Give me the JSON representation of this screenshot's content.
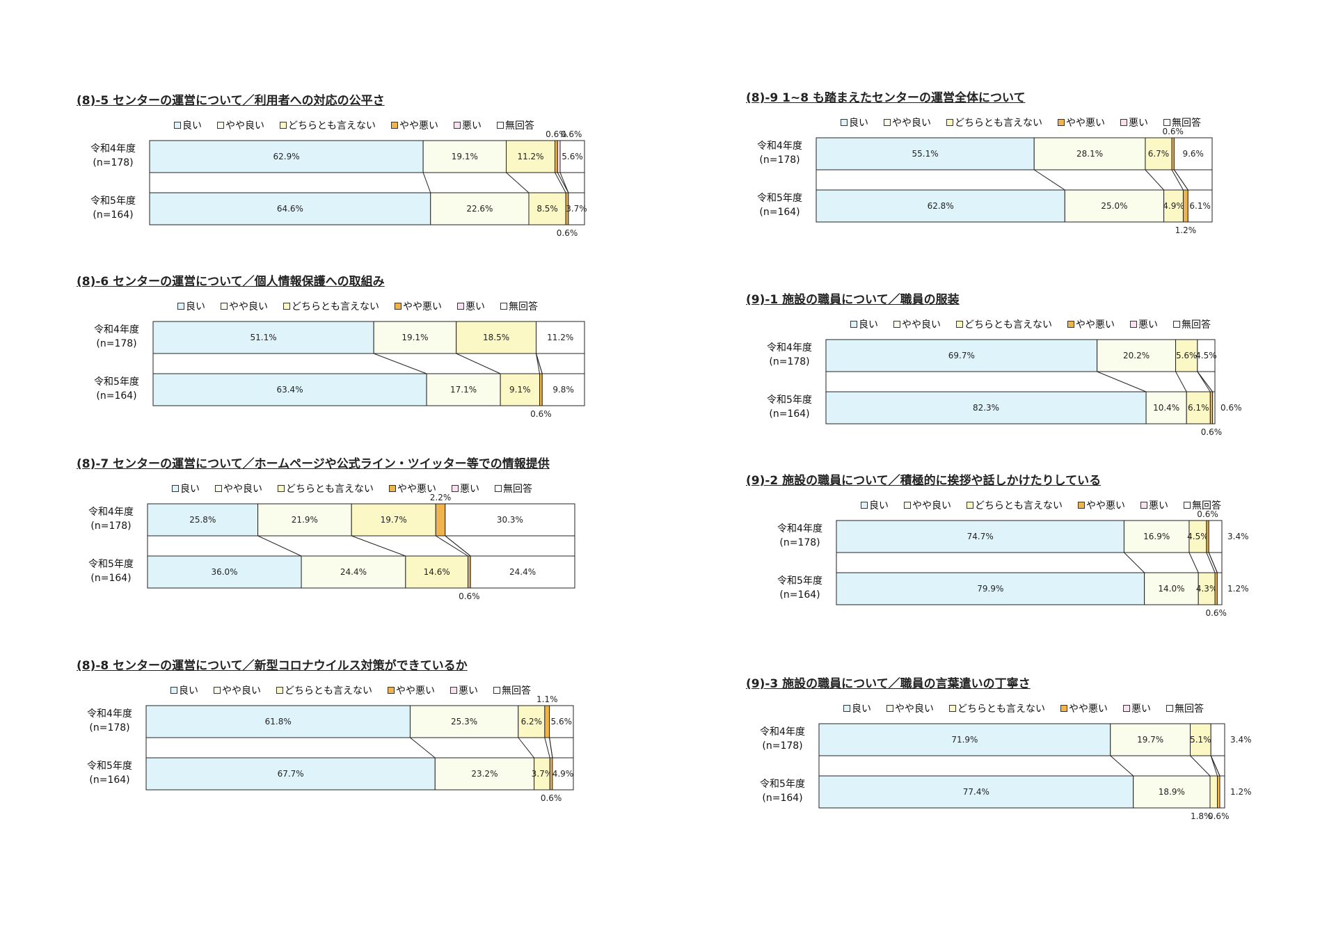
{
  "legend": [
    "良い",
    "やや良い",
    "どちらとも言えない",
    "やや悪い",
    "悪い",
    "無回答"
  ],
  "colors": [
    "#dff4fa",
    "#fbfdec",
    "#fbf8c6",
    "#f0b44c",
    "#f9e1ef",
    "#ffffff"
  ],
  "rows": [
    {
      "year": "令和4年度",
      "n": "(n=178)"
    },
    {
      "year": "令和5年度",
      "n": "(n=164)"
    }
  ],
  "chart_data": [
    {
      "type": "bar",
      "stacked": true,
      "orientation": "horizontal",
      "title": "(8)-5 センターの運営について／利用者への対応の公平さ",
      "categories": [
        "令和4年度",
        "令和5年度"
      ],
      "values": [
        [
          62.9,
          19.1,
          11.2,
          0.6,
          0.6,
          5.6
        ],
        [
          64.6,
          22.6,
          8.5,
          0.6,
          0,
          3.7
        ]
      ]
    },
    {
      "type": "bar",
      "stacked": true,
      "orientation": "horizontal",
      "title": "(8)-6 センターの運営について／個人情報保護への取組み",
      "categories": [
        "令和4年度",
        "令和5年度"
      ],
      "values": [
        [
          51.1,
          19.1,
          18.5,
          0,
          0,
          11.2
        ],
        [
          63.4,
          17.1,
          9.1,
          0.6,
          0,
          9.8
        ]
      ]
    },
    {
      "type": "bar",
      "stacked": true,
      "orientation": "horizontal",
      "title": "(8)-7 センターの運営について／ホームページや公式ライン・ツイッター等での情報提供",
      "categories": [
        "令和4年度",
        "令和5年度"
      ],
      "values": [
        [
          25.8,
          21.9,
          19.7,
          2.2,
          0,
          30.3
        ],
        [
          36.0,
          24.4,
          14.6,
          0.6,
          0,
          24.4
        ]
      ]
    },
    {
      "type": "bar",
      "stacked": true,
      "orientation": "horizontal",
      "title": "(8)-8 センターの運営について／新型コロナウイルス対策ができているか",
      "categories": [
        "令和4年度",
        "令和5年度"
      ],
      "values": [
        [
          61.8,
          25.3,
          6.2,
          1.1,
          0,
          5.6
        ],
        [
          67.7,
          23.2,
          3.7,
          0.6,
          0,
          4.9
        ]
      ]
    },
    {
      "type": "bar",
      "stacked": true,
      "orientation": "horizontal",
      "title": "(8)-9  1~8 も踏まえたセンターの運営全体について",
      "categories": [
        "令和4年度",
        "令和5年度"
      ],
      "values": [
        [
          55.1,
          28.1,
          6.7,
          0.6,
          0,
          9.6
        ],
        [
          62.8,
          25.0,
          4.9,
          1.2,
          0,
          6.1
        ]
      ]
    },
    {
      "type": "bar",
      "stacked": true,
      "orientation": "horizontal",
      "title": "(9)-1 施設の職員について／職員の服装",
      "categories": [
        "令和4年度",
        "令和5年度"
      ],
      "values": [
        [
          69.7,
          20.2,
          5.6,
          0,
          0,
          4.5
        ],
        [
          82.3,
          10.4,
          6.1,
          0.6,
          0,
          0.6
        ]
      ]
    },
    {
      "type": "bar",
      "stacked": true,
      "orientation": "horizontal",
      "title": "(9)-2 施設の職員について／積極的に挨拶や話しかけたりしている",
      "categories": [
        "令和4年度",
        "令和5年度"
      ],
      "values": [
        [
          74.7,
          16.9,
          4.5,
          0.6,
          0,
          3.4
        ],
        [
          79.9,
          14.0,
          4.3,
          0.6,
          0,
          1.2
        ]
      ]
    },
    {
      "type": "bar",
      "stacked": true,
      "orientation": "horizontal",
      "title": "(9)-3 施設の職員について／職員の言葉遣いの丁寧さ",
      "categories": [
        "令和4年度",
        "令和5年度"
      ],
      "values": [
        [
          71.9,
          19.7,
          5.1,
          0,
          0,
          3.4
        ],
        [
          77.4,
          18.9,
          1.8,
          0.6,
          0,
          1.2
        ]
      ]
    }
  ]
}
